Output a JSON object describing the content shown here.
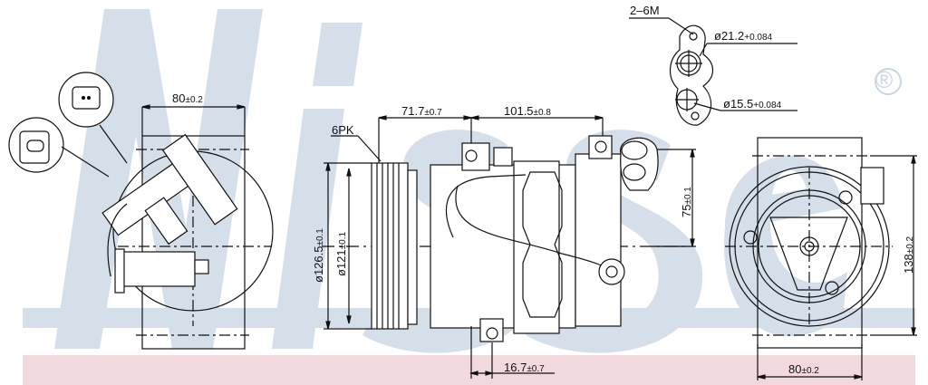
{
  "drawing": {
    "title": "AC compressor technical drawing",
    "watermark": {
      "brand": "Nissens",
      "registered_mark": "®",
      "color": "#d5dfea"
    },
    "band_colors": {
      "blue_band": "#d5dfea",
      "pink_band": "#f2d9de"
    },
    "line_color": "#111111"
  },
  "views": {
    "left_side_view": {
      "width_dim": {
        "value": "80",
        "tol": "±0.2"
      },
      "connectors": [
        "connector-2pin-top",
        "connector-2pin-left"
      ]
    },
    "front_view": {
      "pulley_label": "6PK",
      "dim_71_7": {
        "value": "71.7",
        "tol": "±0.7"
      },
      "dim_101_5": {
        "value": "101.5",
        "tol": "±0.8"
      },
      "dim_126_5": {
        "value": "ø126.5",
        "tol": "±0.1"
      },
      "dim_121": {
        "value": "ø121",
        "tol": "±0.1"
      },
      "dim_16_7": {
        "value": "16.7",
        "tol": "±0.7"
      },
      "dim_75": {
        "value": "75",
        "tol": "±0.1"
      }
    },
    "port_detail": {
      "bolt_label": "2–6M",
      "port_large": {
        "value": "ø21.2",
        "tol": "+0.084"
      },
      "port_small": {
        "value": "ø15.5",
        "tol": "+0.084"
      }
    },
    "right_end_view": {
      "height_dim": {
        "value": "138",
        "tol": "±0.2"
      },
      "width_dim": {
        "value": "80",
        "tol": "±0.2"
      }
    }
  }
}
